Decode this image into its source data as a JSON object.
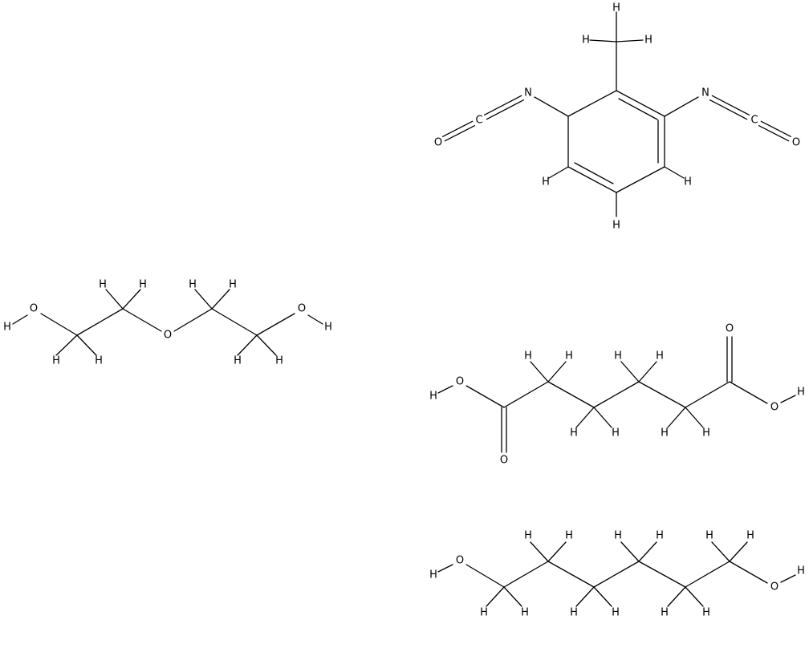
{
  "molecules": [
    {
      "name": "toluene-diisocyanate"
    },
    {
      "name": "diethylene-glycol"
    },
    {
      "name": "adipic-acid"
    },
    {
      "name": "hexanediol"
    }
  ]
}
